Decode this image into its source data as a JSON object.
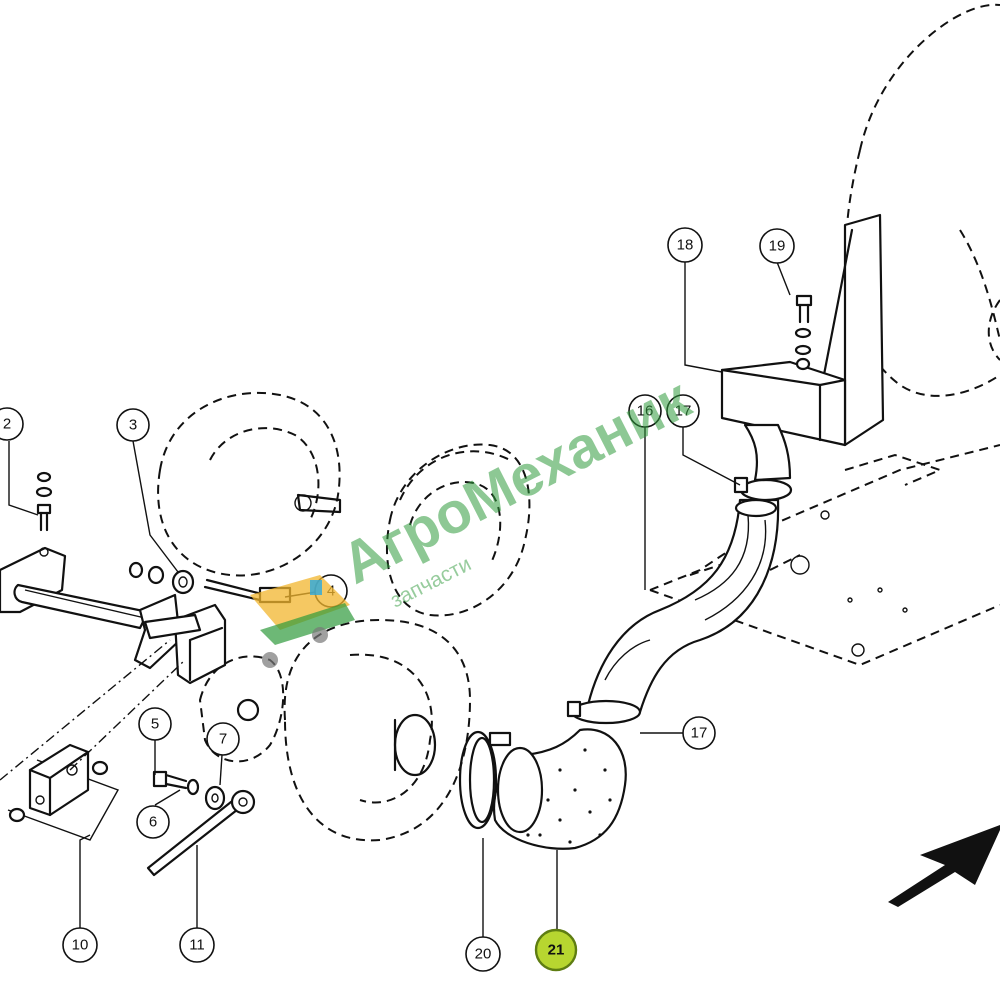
{
  "callouts": [
    {
      "label": "2",
      "highlight": false
    },
    {
      "label": "3",
      "highlight": false
    },
    {
      "label": "4",
      "highlight": false
    },
    {
      "label": "5",
      "highlight": false
    },
    {
      "label": "6",
      "highlight": false
    },
    {
      "label": "7",
      "highlight": false
    },
    {
      "label": "10",
      "highlight": false
    },
    {
      "label": "11",
      "highlight": false
    },
    {
      "label": "16",
      "highlight": false
    },
    {
      "label": "17",
      "highlight": false
    },
    {
      "label": "17",
      "highlight": false
    },
    {
      "label": "18",
      "highlight": false
    },
    {
      "label": "19",
      "highlight": false
    },
    {
      "label": "20",
      "highlight": false
    },
    {
      "label": "21",
      "highlight": true
    }
  ],
  "watermark": {
    "brand": "АгроМеханик",
    "tagline": "запчасти",
    "color": "#2f9a3c"
  },
  "highlight_color": "#b7d630",
  "line_color": "#111111"
}
